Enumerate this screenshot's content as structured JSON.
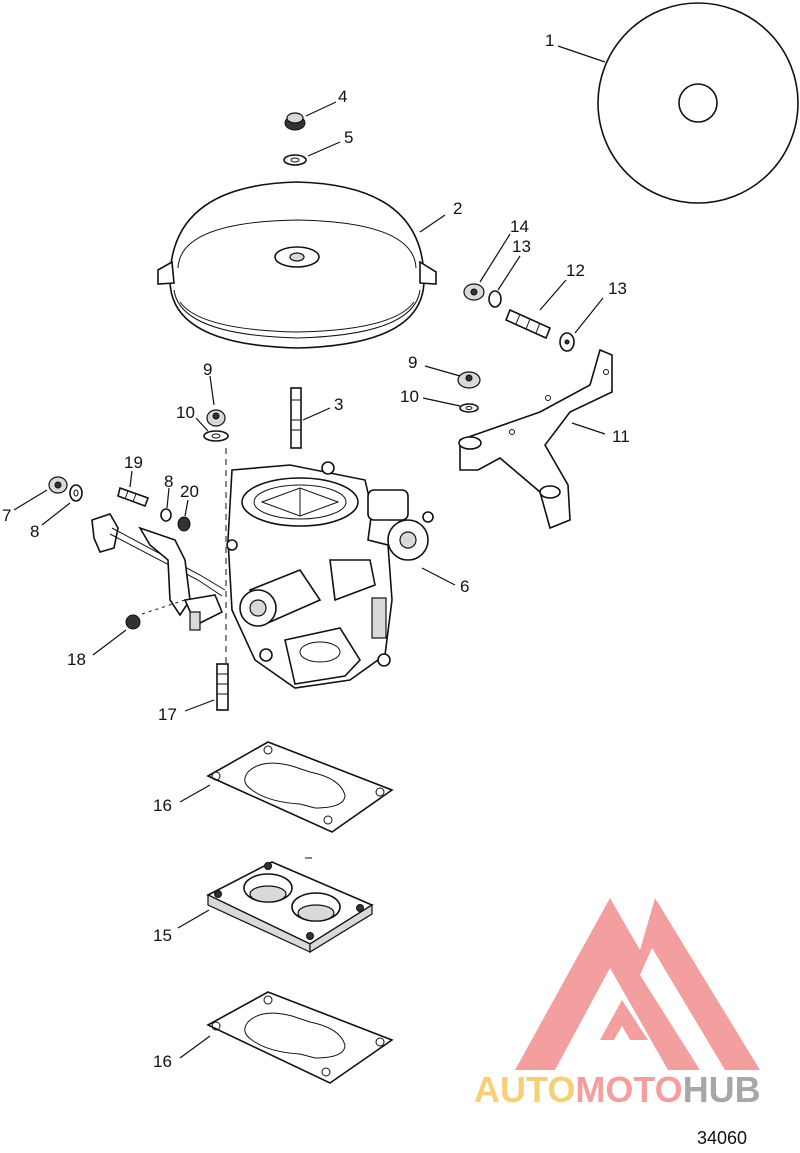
{
  "diagram": {
    "callouts": {
      "c1": "1",
      "c2": "2",
      "c3": "3",
      "c4": "4",
      "c5": "5",
      "c6": "6",
      "c7": "7",
      "c8a": "8",
      "c8b": "8",
      "c9a": "9",
      "c9b": "9",
      "c10a": "10",
      "c10b": "10",
      "c11": "11",
      "c12": "12",
      "c13a": "13",
      "c13b": "13",
      "c14": "14",
      "c15": "15",
      "c16a": "16",
      "c16b": "16",
      "c17": "17",
      "c18": "18",
      "c19": "19",
      "c20": "20"
    },
    "figure_number": "34060"
  },
  "watermark": {
    "text_part1": "AUTO",
    "text_part2": "MOTO",
    "text_part3": "HUB",
    "colors": {
      "orange": "#f5c04a",
      "red": "#f08080",
      "gray": "#8a8a8a"
    }
  }
}
